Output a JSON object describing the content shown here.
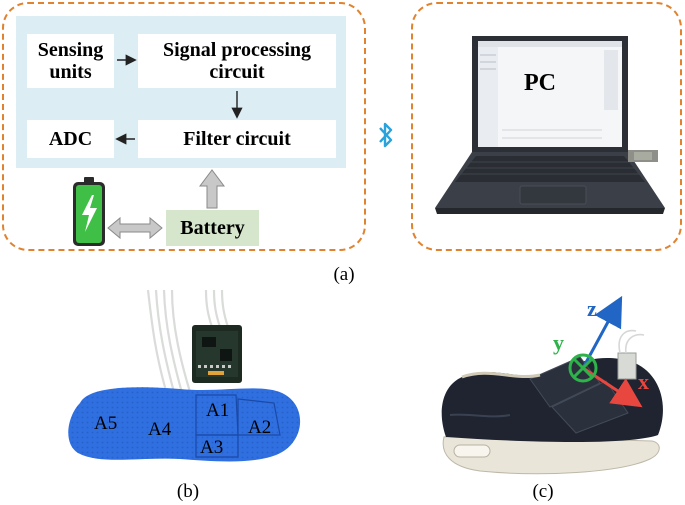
{
  "panel_a": {
    "blocks": {
      "sensing": "Sensing units",
      "signal": "Signal processing circuit",
      "adc": "ADC",
      "filter": "Filter circuit",
      "battery": "Battery"
    },
    "pc_label": "PC",
    "caption": "(a)"
  },
  "panel_b": {
    "zones": [
      "A1",
      "A2",
      "A3",
      "A4",
      "A5"
    ],
    "caption": "(b)"
  },
  "panel_c": {
    "axes": {
      "z": "z",
      "y": "y",
      "x": "x"
    },
    "caption": "(c)"
  },
  "colors": {
    "dash_orange": "#e0822e",
    "light_blue_panel": "#dcedf3",
    "battery_green": "#d6e6cc",
    "bluetooth_blue": "#2aa3dc",
    "insole_blue": "#2f6fe0",
    "axis_z": "#2166c4",
    "axis_y": "#2db34a",
    "axis_x": "#e8473f"
  }
}
